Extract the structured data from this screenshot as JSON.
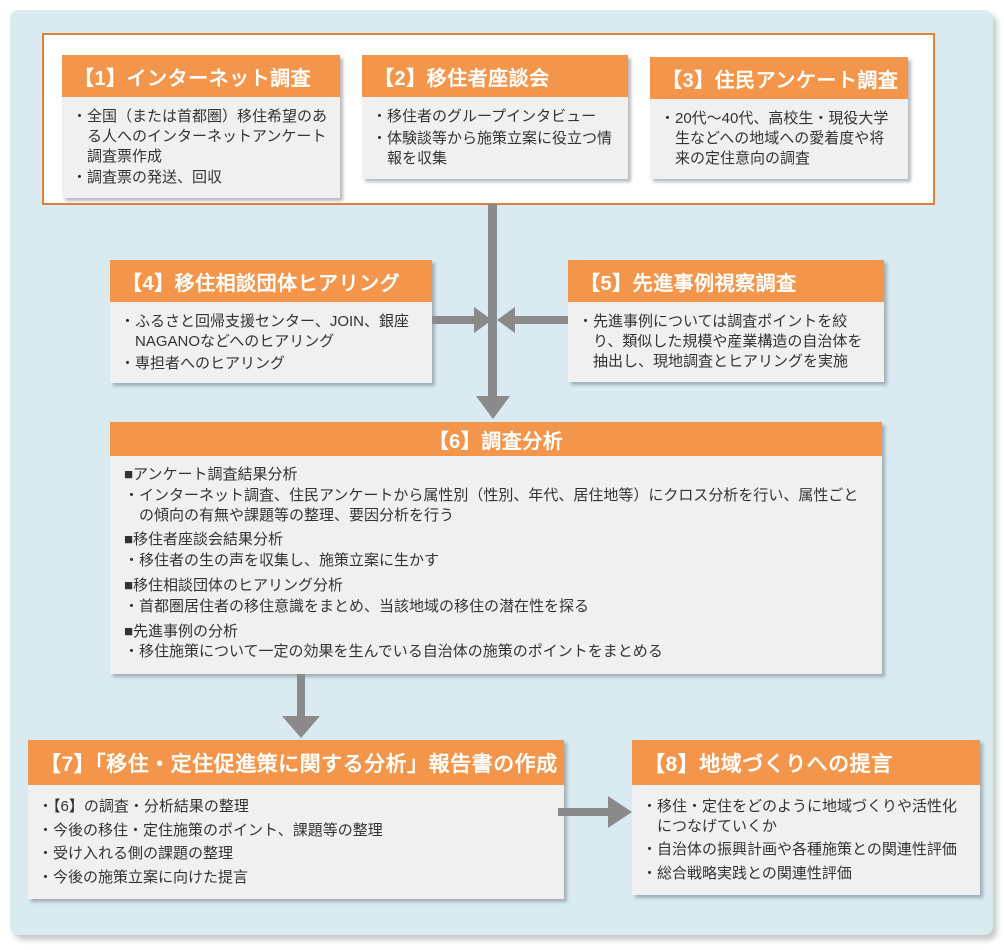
{
  "diagram": {
    "type": "flowchart",
    "boxes": {
      "b1": {
        "title": "【1】インターネット調査",
        "items": [
          "・全国（または首都圏）移住希望のある人へのインターネットアンケート調査票作成",
          "・調査票の発送、回収"
        ]
      },
      "b2": {
        "title": "【2】移住者座談会",
        "items": [
          "・移住者のグループインタビュー",
          "・体験談等から施策立案に役立つ情報を収集"
        ]
      },
      "b3": {
        "title": "【3】住民アンケート調査",
        "items": [
          "・20代～40代、高校生・現役大学生などへの地域への愛着度や将来の定住意向の調査"
        ]
      },
      "b4": {
        "title": "【4】移住相談団体ヒアリング",
        "items": [
          "・ふるさと回帰支援センター、JOIN、銀座NAGANOなどへのヒアリング",
          "・専担者へのヒアリング"
        ]
      },
      "b5": {
        "title": "【5】先進事例視察調査",
        "items": [
          "・先進事例については調査ポイントを絞り、類似した規模や産業構造の自治体を抽出し、現地調査とヒアリングを実施"
        ]
      },
      "b6": {
        "title": "【6】調査分析",
        "sections": [
          {
            "heading": "■アンケート調査結果分析",
            "items": [
              "・インターネット調査、住民アンケートから属性別（性別、年代、居住地等）にクロス分析を行い、属性ごとの傾向の有無や課題等の整理、要因分析を行う"
            ]
          },
          {
            "heading": "■移住者座談会結果分析",
            "items": [
              "・移住者の生の声を収集し、施策立案に生かす"
            ]
          },
          {
            "heading": "■移住相談団体のヒアリング分析",
            "items": [
              "・首都圏居住者の移住意識をまとめ、当該地域の移住の潜在性を探る"
            ]
          },
          {
            "heading": "■先進事例の分析",
            "items": [
              "・移住施策について一定の効果を生んでいる自治体の施策のポイントをまとめる"
            ]
          }
        ]
      },
      "b7": {
        "title": "【7】「移住・定住促進策に関する分析」報告書の作成",
        "items": [
          "・【6】の調査・分析結果の整理",
          "・今後の移住・定住施策のポイント、課題等の整理",
          "・受け入れる側の課題の整理",
          "・今後の施策立案に向けた提言"
        ]
      },
      "b8": {
        "title": "【8】地域づくりへの提言",
        "items": [
          "・移住・定住をどのように地域づくりや活性化につなげていくか",
          "・自治体の振興計画や各種施策との関連性評価",
          "・総合戦略実践との関連性評価"
        ]
      }
    },
    "colors": {
      "header_orange": "#F3964B",
      "container_border_orange": "#E0813A",
      "background_blue": "#D9EAF1",
      "body_gray": "#F0F0F0",
      "arrow_gray": "#8A8A8A",
      "header_text": "#FFFFFF",
      "body_text": "#333333"
    }
  }
}
